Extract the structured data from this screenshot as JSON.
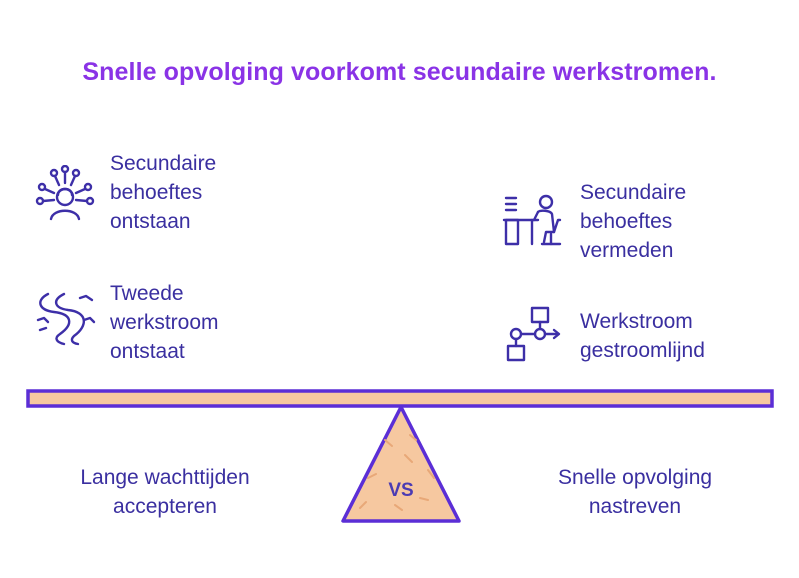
{
  "title": "Snelle opvolging voorkomt secundaire werkstromen.",
  "left": {
    "items": [
      {
        "label": "Secundaire\nbehoeftes\nontstaan",
        "icon": "radiating-person-icon"
      },
      {
        "label": "Tweede\nwerkstroom\nontstaat",
        "icon": "winding-river-icon"
      }
    ],
    "footer": "Lange wachttijden\naccepteren"
  },
  "right": {
    "items": [
      {
        "label": "Secundaire\nbehoeftes\nvermeden",
        "icon": "person-at-desk-icon"
      },
      {
        "label": "Werkstroom\ngestroomlijnd",
        "icon": "flowchart-icon"
      }
    ],
    "footer": "Snelle opvolging\nnastreven"
  },
  "fulcrum_label": "VS",
  "colors": {
    "title": "#8a33e6",
    "text": "#3a2fa0",
    "outline": "#5b2ed6",
    "plank_fill": "#f6c8a0",
    "icon": "#3d2fa8"
  }
}
